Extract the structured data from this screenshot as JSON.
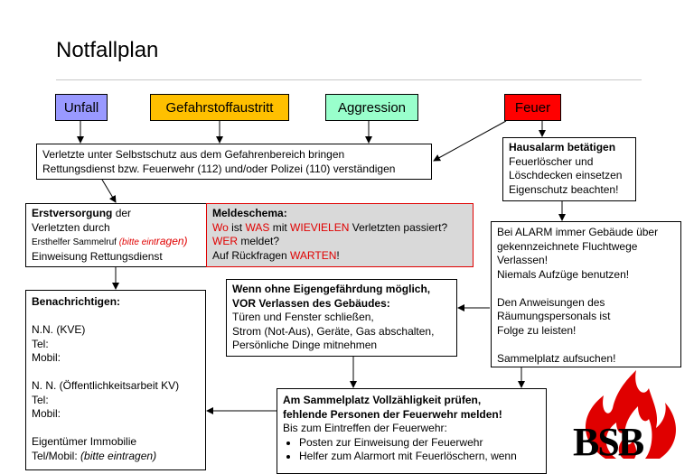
{
  "title": "Notfallplan",
  "categories": {
    "unfall": {
      "label": "Unfall",
      "color": "#9999ff"
    },
    "gefahr": {
      "label": "Gefahrstoffaustritt",
      "color": "#ffc000"
    },
    "aggression": {
      "label": "Aggression",
      "color": "#99ffcc"
    },
    "feuer": {
      "label": "Feuer",
      "color": "#ff0000"
    }
  },
  "box_selbstschutz": {
    "line1": "Verletzte unter Selbstschutz aus dem Gefahrenbereich bringen",
    "line2": "Rettungsdienst bzw. Feuerwehr (112) und/oder Polizei (110) verständigen"
  },
  "box_hausalarm": {
    "head": "Hausalarm betätigen",
    "line1": "Feuerlöscher und",
    "line2": "Löschdecken einsetzen",
    "line3": "Eigenschutz beachten!"
  },
  "box_erstversorgung": {
    "bold": "Erstversorgung",
    "rest": " der",
    "line2": "Verletzten durch",
    "small": "Ersthelfer Sammelruf ",
    "small_it": "(bitte eint",
    "it_rest": "ragen)",
    "line4": "Einweisung Rettungsdienst"
  },
  "box_meldeschema": {
    "head": "Meldeschema:",
    "w1": "Wo",
    "t1": " ist ",
    "w2": "WAS",
    "t2": " mit ",
    "w3": "WIEVIELEN",
    "t3": " Verletzten passiert?",
    "w4": "WER",
    "t4": " meldet?",
    "t5": "Auf Rückfragen ",
    "w5": "WARTEN",
    "t6": "!"
  },
  "box_alarm": {
    "line1": "Bei ALARM immer Gebäude über",
    "line2": "gekennzeichnete Fluchtwege",
    "line3": "Verlassen!",
    "line4": "Niemals Aufzüge benutzen!",
    "line5": "Den Anweisungen des",
    "line6": "Räumungspersonals ist",
    "line7": "Folge zu leisten!",
    "line8": "Sammelplatz aufsuchen!"
  },
  "box_benachrichtigen": {
    "head": "Benachrichtigen:",
    "nn1": "N.N. (KVE)",
    "tel1": "Tel:",
    "mobil1": "Mobil:",
    "nn2": "N. N. (Öffentlichkeitsarbeit KV)",
    "tel2": "Tel:",
    "mobil2": "Mobil:",
    "eigen": "Eigentümer Immobilie",
    "telmobil": "Tel/Mobil: ",
    "telmobil_it": "(bitte eintragen)"
  },
  "box_verlassen": {
    "head1": "Wenn ohne Eigengefährdung möglich,",
    "head2": "VOR Verlassen des Gebäudes:",
    "line1": "Türen und Fenster schließen,",
    "line2": "Strom (Not-Aus), Geräte, Gas abschalten,",
    "line3": "Persönliche Dinge mitnehmen"
  },
  "box_sammelplatz": {
    "head1": "Am Sammelplatz Vollzähligkeit prüfen,",
    "head2": "fehlende Personen der Feuerwehr melden!",
    "line1": "Bis zum Eintreffen der Feuerwehr:",
    "bullets": [
      "Posten zur Einweisung der Feuerwehr",
      "Helfer zum Alarmort mit Feuerlöschern, wenn"
    ]
  },
  "logo": {
    "text": "BSB",
    "color": "#e00000"
  }
}
